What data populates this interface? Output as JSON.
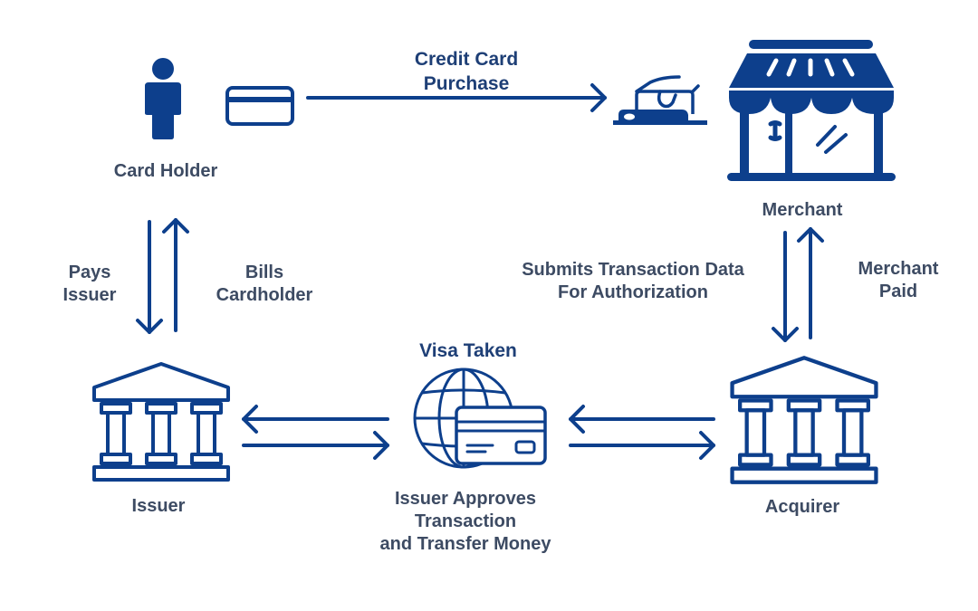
{
  "diagram": {
    "title": "Credit card transaction flow",
    "colors": {
      "icon": "#0d3f8c",
      "title_text": "#1e3f76",
      "label_text": "#3d4b63",
      "background": "#ffffff"
    },
    "nodes": {
      "card_holder": {
        "label": "Card Holder",
        "icon": "person-icon"
      },
      "credit_card": {
        "icon": "credit-card-icon"
      },
      "pos_terminal": {
        "icon": "card-terminal-icon"
      },
      "merchant": {
        "label": "Merchant",
        "icon": "storefront-icon"
      },
      "issuer": {
        "label": "Issuer",
        "icon": "bank-icon"
      },
      "acquirer": {
        "label": "Acquirer",
        "icon": "bank-icon"
      },
      "network": {
        "title": "Visa Taken",
        "icon": "globe-card-icon",
        "caption_lines": [
          "Issuer Approves",
          "Transaction",
          "and Transfer Money"
        ]
      }
    },
    "edges": {
      "purchase": {
        "label_lines": [
          "Credit Card",
          "Purchase"
        ],
        "from": "Card Holder",
        "to": "Merchant"
      },
      "pays_issuer": {
        "label_lines": [
          "Pays",
          "Issuer"
        ],
        "from": "Card Holder",
        "to": "Issuer"
      },
      "bills_cardholder": {
        "label_lines": [
          "Bills",
          "Cardholder"
        ],
        "from": "Issuer",
        "to": "Card Holder"
      },
      "submits_data": {
        "label_lines": [
          "Submits Transaction Data",
          "For Authorization"
        ],
        "from": "Merchant",
        "to": "Acquirer"
      },
      "merchant_paid": {
        "label_lines": [
          "Merchant",
          "Paid"
        ],
        "from": "Acquirer",
        "to": "Merchant"
      },
      "issuer_network": {
        "bidirectional": true,
        "between": [
          "Issuer",
          "Visa Taken"
        ]
      },
      "network_acquirer": {
        "bidirectional": true,
        "between": [
          "Visa Taken",
          "Acquirer"
        ]
      }
    }
  }
}
